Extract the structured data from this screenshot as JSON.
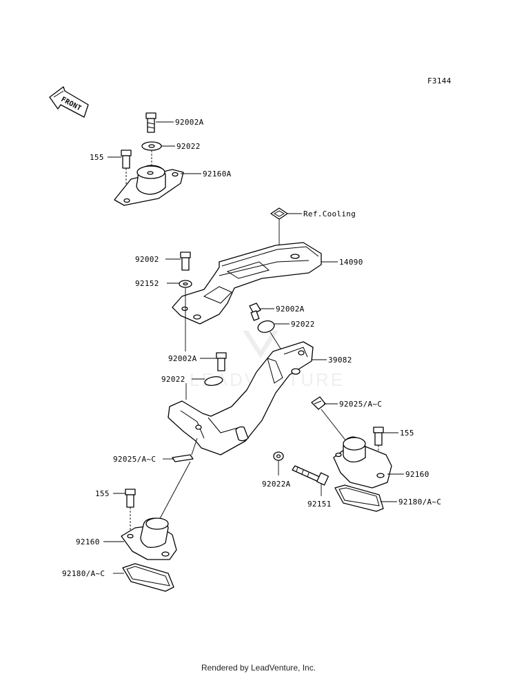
{
  "figure_code": "F3144",
  "front_arrow_label": "FRONT",
  "watermark": "LEADVENTURE",
  "footer": "Rendered by LeadVenture, Inc.",
  "callouts": {
    "c_92002A_top": "92002A",
    "c_92022_top": "92022",
    "c_155_top": "155",
    "c_92160A": "92160A",
    "c_ref_cooling": "Ref.Cooling",
    "c_92002": "92002",
    "c_14090": "14090",
    "c_92152": "92152",
    "c_92002A_mid": "92002A",
    "c_92022_mid": "92022",
    "c_39082": "39082",
    "c_92002A_left": "92002A",
    "c_92022_left": "92022",
    "c_92025_right": "92025/A~C",
    "c_155_right": "155",
    "c_92160_right": "92160",
    "c_92025_left": "92025/A~C",
    "c_92022A": "92022A",
    "c_92151": "92151",
    "c_92180_right": "92180/A~C",
    "c_155_left": "155",
    "c_92160_left": "92160",
    "c_92180_left": "92180/A~C"
  }
}
